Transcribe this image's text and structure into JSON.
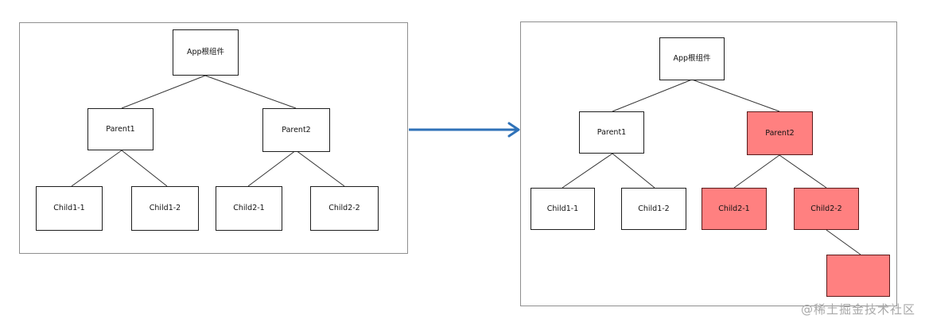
{
  "colors": {
    "node_border": "#1f1f1f",
    "highlight_fill": "#ff8080",
    "arrow": "#2f72b8",
    "panel_border": "#8f8f8f"
  },
  "left_tree": {
    "root": "App根组件",
    "parent1": "Parent1",
    "parent2": "Parent2",
    "child1_1": "Child1-1",
    "child1_2": "Child1-2",
    "child2_1": "Child2-1",
    "child2_2": "Child2-2"
  },
  "right_tree": {
    "root": "App根组件",
    "parent1": "Parent1",
    "parent2": "Parent2",
    "child1_1": "Child1-1",
    "child1_2": "Child1-2",
    "child2_1": "Child2-1",
    "child2_2": "Child2-2",
    "new_node": ""
  },
  "watermark": "@稀土掘金技术社区"
}
